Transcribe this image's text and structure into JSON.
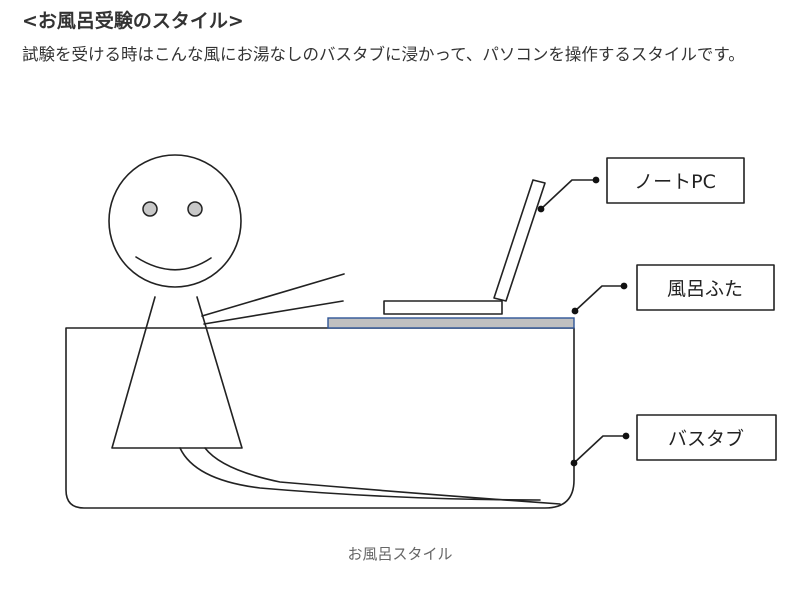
{
  "heading": "<お風呂受験のスタイル>",
  "description": "試験を受ける時はこんな風にお湯なしのバスタブに浸かって、パソコンを操作するスタイルです。",
  "caption": "お風呂スタイル",
  "callouts": {
    "laptop": "ノートPC",
    "lid": "風呂ふた",
    "bathtub": "バスタブ"
  },
  "colors": {
    "lid_fill": "#c0c0c0",
    "lid_border": "#2f5597",
    "line": "#222222"
  }
}
